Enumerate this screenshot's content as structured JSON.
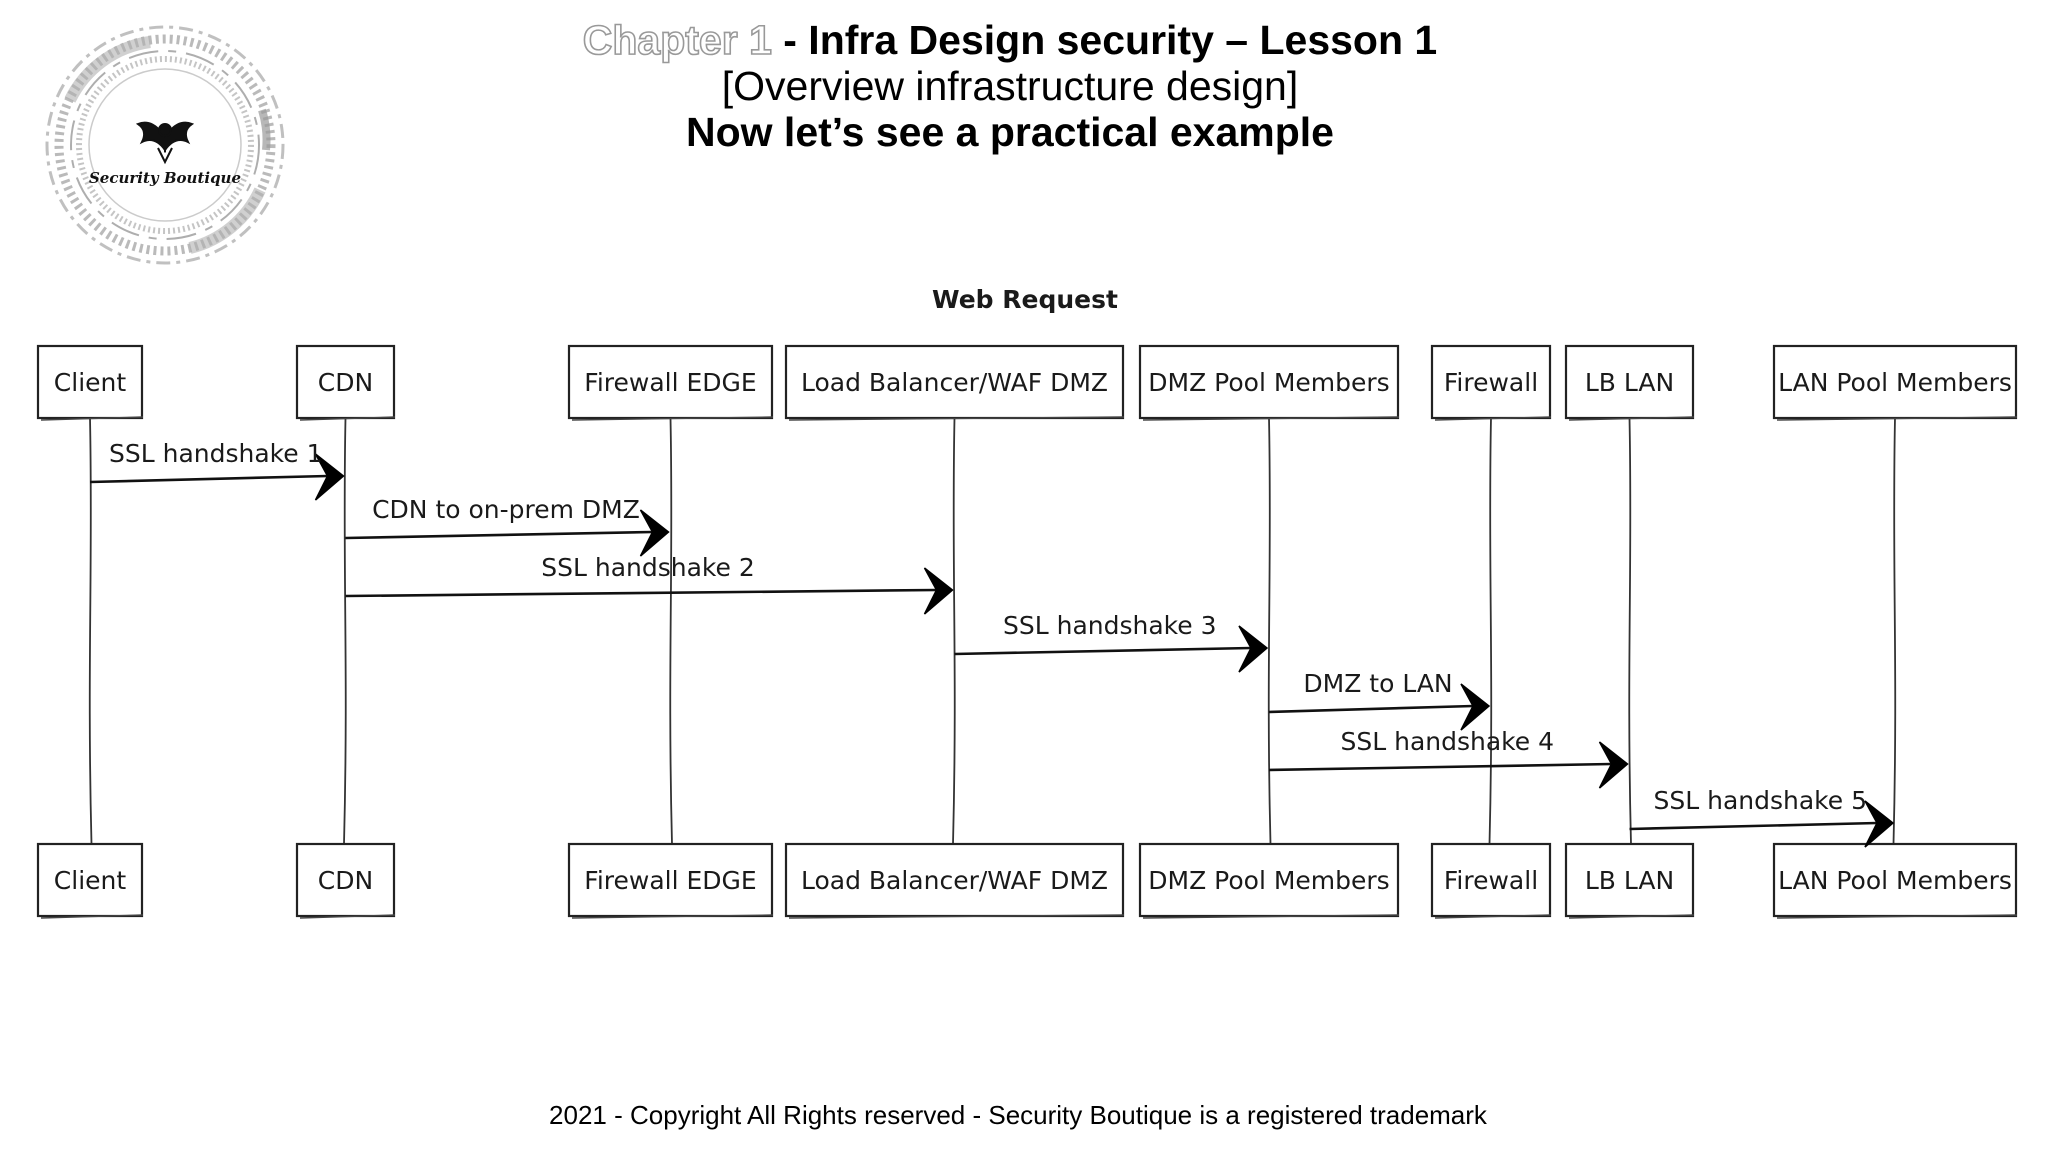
{
  "header": {
    "chapter": "Chapter 1",
    "title_rest": " - Infra Design security – Lesson 1",
    "subtitle": "[Overview infrastructure design]",
    "tagline": "Now let’s see a practical example"
  },
  "logo": {
    "icon": "security-boutique-logo",
    "text": "Security Boutique"
  },
  "diagram": {
    "title": "Web Request",
    "participants": [
      "Client",
      "CDN",
      "Firewall EDGE",
      "Load Balancer/WAF DMZ",
      "DMZ Pool Members",
      "Firewall",
      "LB LAN",
      "LAN Pool Members"
    ],
    "messages": [
      {
        "from": 0,
        "to": 1,
        "label": "SSL handshake 1"
      },
      {
        "from": 1,
        "to": 2,
        "label": "CDN to on-prem DMZ"
      },
      {
        "from": 1,
        "to": 3,
        "label": "SSL handshake 2"
      },
      {
        "from": 3,
        "to": 4,
        "label": "SSL handshake 3"
      },
      {
        "from": 4,
        "to": 5,
        "label": "DMZ to LAN"
      },
      {
        "from": 4,
        "to": 6,
        "label": "SSL handshake 4"
      },
      {
        "from": 6,
        "to": 7,
        "label": "SSL handshake 5"
      }
    ]
  },
  "footer": {
    "copyright": "2021 - Copyright All Rights reserved - Security Boutique is a registered trademark"
  }
}
